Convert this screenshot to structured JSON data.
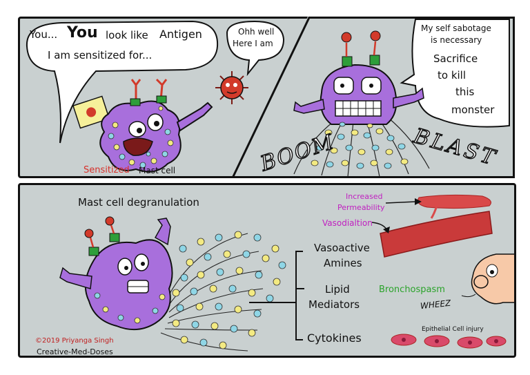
{
  "panel1": {
    "speech_you1": "You...",
    "speech_you2": "You",
    "speech_look": "look like",
    "speech_antigen": "Antigen",
    "speech_line2": "I am sensitized for...",
    "antigen_line1": "Ohh well",
    "antigen_line2": "Here I am",
    "caption_sensitized": "Sensitized",
    "caption_mast": "Mast cell"
  },
  "panel2": {
    "line1": "My self sabotage",
    "line2": "is necessary",
    "line3": "Sacrifice",
    "line4": "to kill",
    "line5": "this",
    "line6": "monster",
    "sfx_boom": "BOOM",
    "sfx_blast": "BLAST"
  },
  "panel3": {
    "title": "Mast cell degranulation",
    "mediator1_line1": "Vasoactive",
    "mediator1_line2": "Amines",
    "mediator2_line1": "Lipid",
    "mediator2_line2": "Mediators",
    "mediator3": "Cytokines",
    "effect_perm_line1": "Increased",
    "effect_perm_line2": "Permeability",
    "effect_vaso": "Vasodialtion",
    "effect_broncho": "Bronchospasm",
    "sfx_wheez": "WHEEZ",
    "effect_epithelial": "Epithelial Cell injury",
    "copyright": "©2019 Priyanga Singh",
    "credit": "Creative-Med-Doses"
  },
  "colors": {
    "panel_bg": "#c9d0d0",
    "cell_purple": "#a86fdc",
    "granule_yellow": "#f3ea82",
    "granule_cyan": "#8fd6e6",
    "antigen_red": "#d23a2a",
    "receptor_green": "#2e9e3a",
    "sensitized_red": "#d7302a",
    "vaso_magenta": "#c020c0",
    "broncho_green": "#2aa32a",
    "vessel_red": "#c93a3a"
  }
}
